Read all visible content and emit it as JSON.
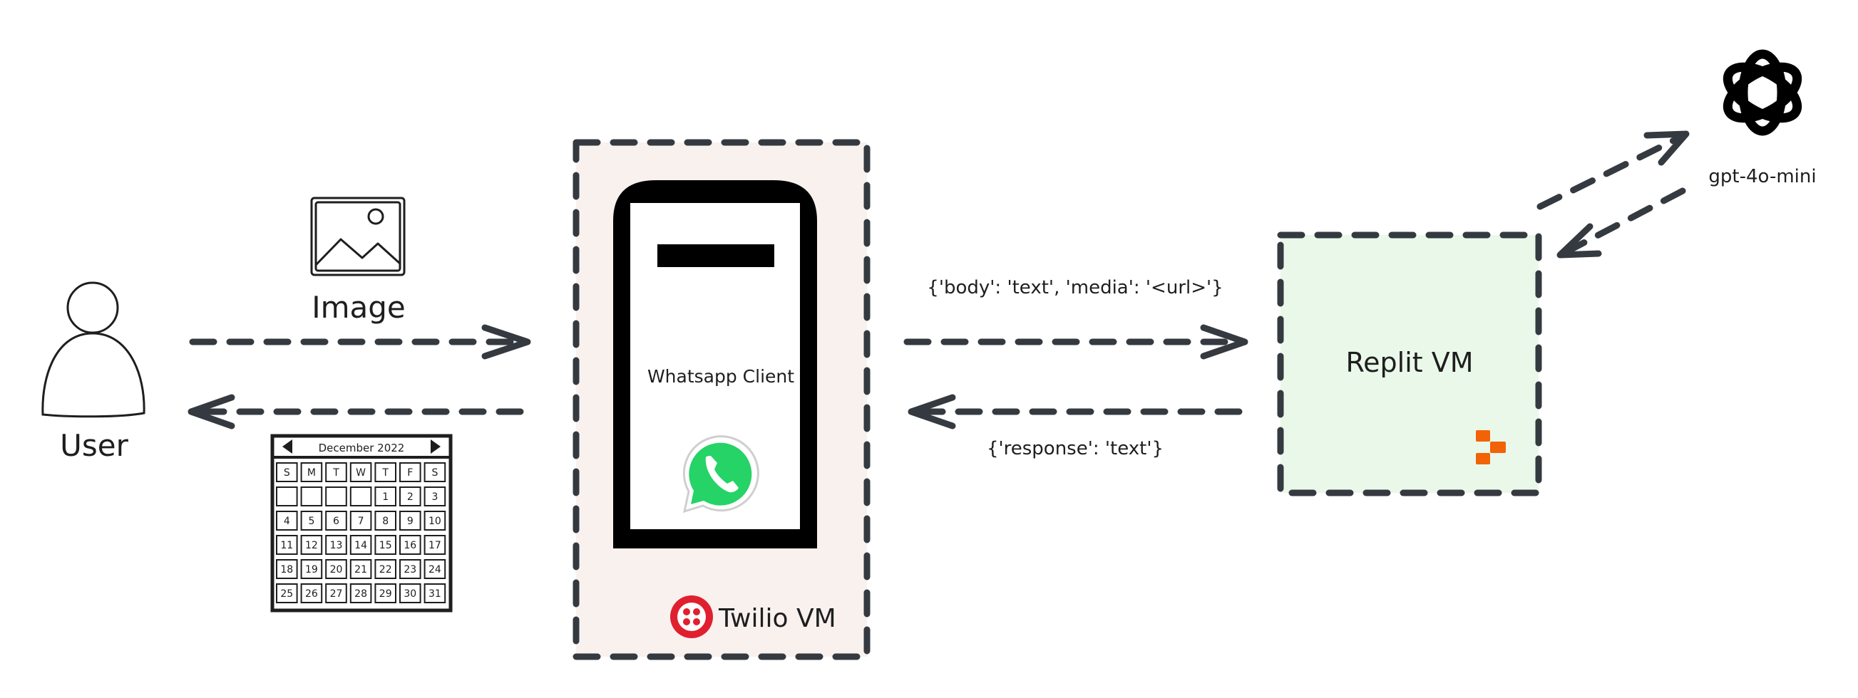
{
  "user": {
    "label": "User"
  },
  "image_item": {
    "label": "Image"
  },
  "calendar": {
    "month": "December 2022",
    "weekdays": [
      "S",
      "M",
      "T",
      "W",
      "T",
      "F",
      "S"
    ],
    "rows": [
      [
        "",
        "",
        "",
        "",
        "1",
        "2",
        "3"
      ],
      [
        "4",
        "5",
        "6",
        "7",
        "8",
        "9",
        "10"
      ],
      [
        "11",
        "12",
        "13",
        "14",
        "15",
        "16",
        "17"
      ],
      [
        "18",
        "19",
        "20",
        "21",
        "22",
        "23",
        "24"
      ],
      [
        "25",
        "26",
        "27",
        "28",
        "29",
        "30",
        "31"
      ]
    ]
  },
  "twilio": {
    "client_label": "Whatsapp Client",
    "vm_label": "Twilio VM",
    "brand_color": "#e0202e",
    "fill": "#f8f1ee"
  },
  "whatsapp": {
    "color": "#25d366"
  },
  "messages": {
    "request": "{'body': 'text', 'media': '<url>'}",
    "response": "{'response': 'text'}"
  },
  "replit": {
    "label": "Replit VM",
    "brand_color": "#f26207",
    "fill": "#eaf8ea"
  },
  "openai": {
    "label": "gpt-4o-mini"
  }
}
